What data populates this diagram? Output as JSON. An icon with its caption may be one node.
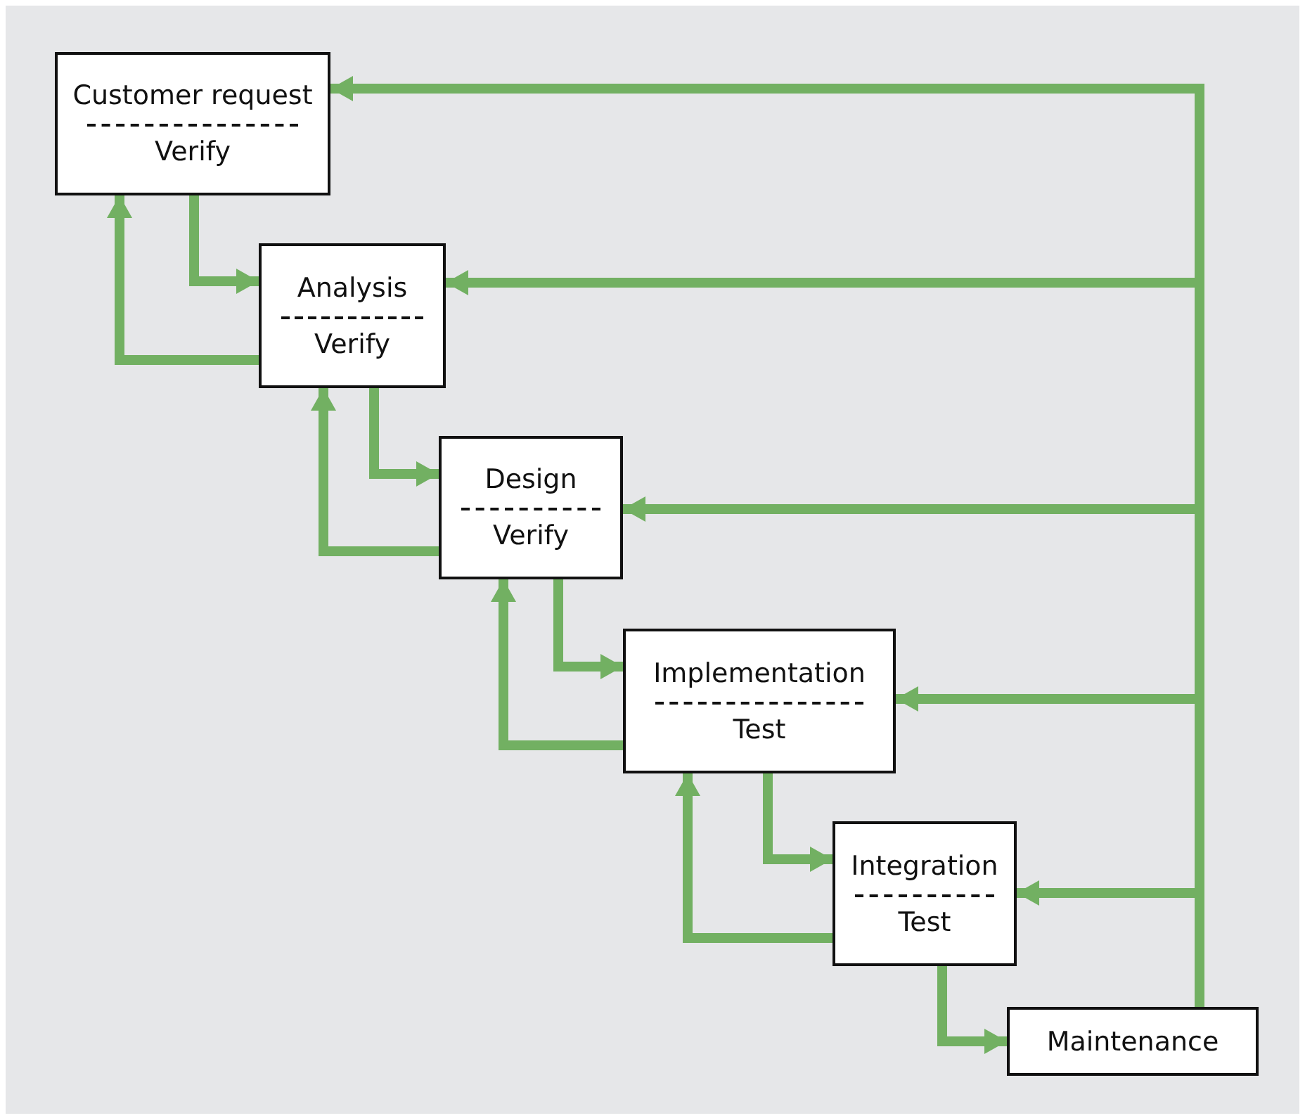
{
  "diagram": {
    "nodes": [
      {
        "text": [
          "Customer request",
          "Verify"
        ]
      },
      {
        "text": [
          "Analysis",
          "Verify"
        ]
      },
      {
        "text": [
          "Design",
          "Verify"
        ]
      },
      {
        "text": [
          "Implementation",
          "Test"
        ]
      },
      {
        "text": [
          "Integration",
          "Test"
        ]
      },
      {
        "text": [
          "Maintenance"
        ]
      }
    ],
    "edges": [
      {
        "from": 0,
        "to": 1,
        "arrow": "to"
      },
      {
        "from": 1,
        "to": 0,
        "arrow": "to"
      },
      {
        "from": 1,
        "to": 2,
        "arrow": "to"
      },
      {
        "from": 2,
        "to": 1,
        "arrow": "to"
      },
      {
        "from": 2,
        "to": 3,
        "arrow": "to"
      },
      {
        "from": 3,
        "to": 2,
        "arrow": "to"
      },
      {
        "from": 3,
        "to": 4,
        "arrow": "to"
      },
      {
        "from": 4,
        "to": 3,
        "arrow": "to"
      },
      {
        "from": 4,
        "to": 5,
        "arrow": "to"
      },
      {
        "from": 5,
        "to": 0,
        "arrow": "to"
      },
      {
        "from": 5,
        "to": 1,
        "arrow": "to"
      },
      {
        "from": 5,
        "to": 2,
        "arrow": "to"
      },
      {
        "from": 5,
        "to": 3,
        "arrow": "to"
      },
      {
        "from": 5,
        "to": 4,
        "arrow": "to"
      }
    ]
  }
}
